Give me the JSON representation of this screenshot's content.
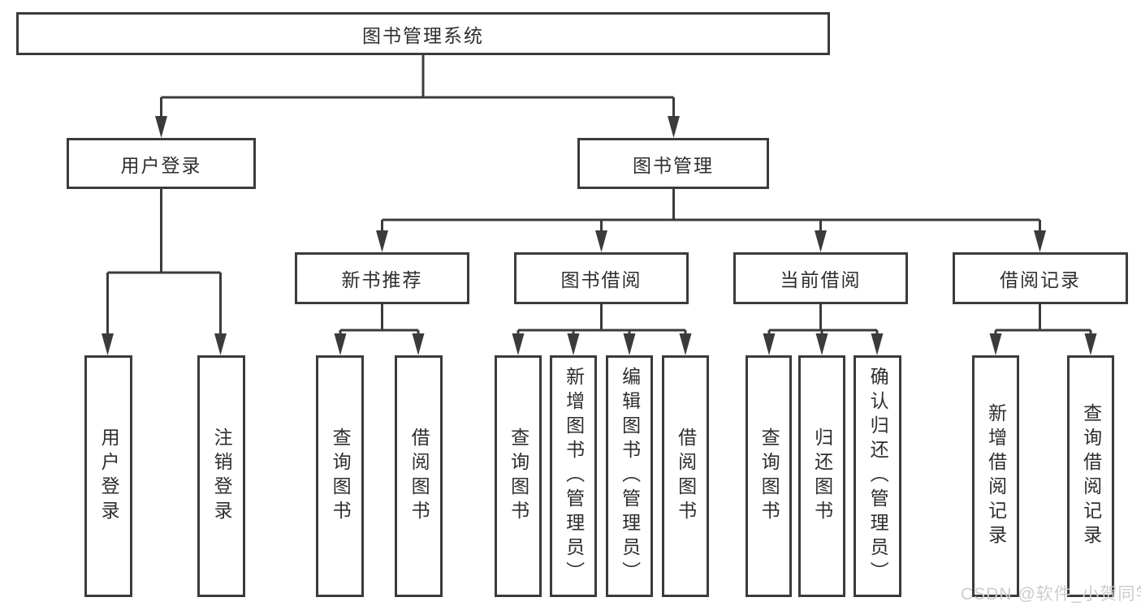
{
  "diagram": {
    "type": "hierarchy-tree",
    "colors": {
      "line": "#3b3b3b",
      "text": "#2e2e2e",
      "box_background": "#ffffff",
      "watermark": "#cdcdcd"
    },
    "tree": {
      "label": "图书管理系统",
      "children": [
        {
          "label": "用户登录",
          "children": [
            {
              "label": "用户登录"
            },
            {
              "label": "注销登录"
            }
          ]
        },
        {
          "label": "图书管理",
          "children": [
            {
              "label": "新书推荐",
              "children": [
                {
                  "label": "查询图书"
                },
                {
                  "label": "借阅图书"
                }
              ]
            },
            {
              "label": "图书借阅",
              "children": [
                {
                  "label": "查询图书"
                },
                {
                  "label": "新增图书（管理员）"
                },
                {
                  "label": "编辑图书（管理员）"
                },
                {
                  "label": "借阅图书"
                }
              ]
            },
            {
              "label": "当前借阅",
              "children": [
                {
                  "label": "查询图书"
                },
                {
                  "label": "归还图书"
                },
                {
                  "label": "确认归还（管理员）"
                }
              ]
            },
            {
              "label": "借阅记录",
              "children": [
                {
                  "label": "新增借阅记录"
                },
                {
                  "label": "查询借阅记录"
                }
              ]
            }
          ]
        }
      ]
    },
    "watermark": {
      "text": "CSDN @软件_小贺同学"
    }
  }
}
